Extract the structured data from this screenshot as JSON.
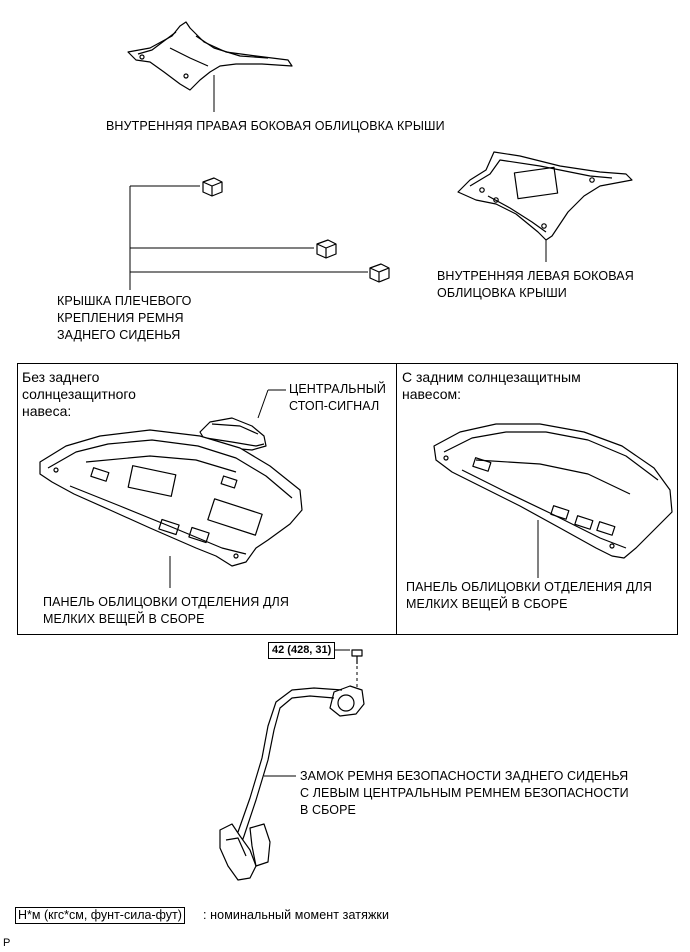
{
  "labels": {
    "right_roof_side_garnish": "ВНУТРЕННЯЯ ПРАВАЯ БОКОВАЯ ОБЛИЦОВКА КРЫШИ",
    "left_roof_side_garnish": "ВНУТРЕННЯЯ ЛЕВАЯ БОКОВАЯ\nОБЛИЦОВКА КРЫШИ",
    "shoulder_belt_cover": "КРЫШКА ПЛЕЧЕВОГО\nКРЕПЛЕНИЯ РЕМНЯ\nЗАДНЕГО СИДЕНЬЯ",
    "center_stop_lamp": "ЦЕНТРАЛЬНЫЙ\nСТОП-СИГНАЛ",
    "package_tray_left": "ПАНЕЛЬ ОБЛИЦОВКИ ОТДЕЛЕНИЯ ДЛЯ\nМЕЛКИХ ВЕЩЕЙ В СБОРЕ",
    "package_tray_right": "ПАНЕЛЬ ОБЛИЦОВКИ ОТДЕЛЕНИЯ ДЛЯ\nМЕЛКИХ ВЕЩЕЙ В СБОРЕ",
    "seat_belt_assembly": "ЗАМОК РЕМНЯ БЕЗОПАСНОСТИ ЗАДНЕГО СИДЕНЬЯ\nС ЛЕВЫМ ЦЕНТРАЛЬНЫМ РЕМНЕМ БЕЗОПАСНОСТИ\nВ СБОРЕ"
  },
  "panels": {
    "without_shade": "Без заднего\nсолнцезащитного\nнавеса:",
    "with_shade": "С задним солнцезащитным\nнавесом:"
  },
  "torque": "42 (428, 31)",
  "legend": {
    "unit": "Н*м (кгс*см, фунт-сила-фут)",
    "text": ": номинальный момент затяжки"
  },
  "corner_mark": "P"
}
